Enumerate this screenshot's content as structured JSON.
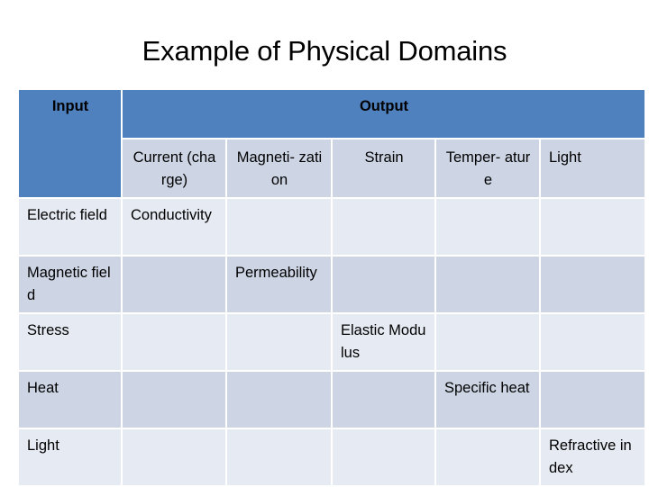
{
  "slide": {
    "title": "Example of Physical Domains",
    "background_color": "#FFFFFF"
  },
  "colors": {
    "header_blue": "#4E81BD",
    "band_light": "#E6EAF2",
    "band_dark": "#CDD5E5",
    "header_text": "#FFFFFF",
    "body_text": "#000000"
  },
  "table": {
    "corner_header": "Input",
    "group_header": "Output",
    "column_headers": [
      "Current (charge)",
      "Magneti-zation",
      "Strain",
      "Temper-ature",
      "Light"
    ],
    "column_headers_display": {
      "current": "Current (charge)",
      "magnetization": "Magneti- zation",
      "strain": "Strain",
      "temperature": "Temper- ature",
      "light": "Light"
    },
    "row_headers": [
      "Electric field",
      "Magnetic field",
      "Stress",
      "Heat",
      "Light"
    ],
    "rows": [
      {
        "input": "Electric field",
        "cells": [
          "Conductivity",
          "",
          "",
          "",
          ""
        ]
      },
      {
        "input": "Magnetic field",
        "cells": [
          "",
          "Permeability",
          "",
          "",
          ""
        ]
      },
      {
        "input": "Stress",
        "cells": [
          "",
          "",
          "Elastic Modulus",
          "",
          ""
        ]
      },
      {
        "input": "Heat",
        "cells": [
          "",
          "",
          "",
          "Specific heat",
          ""
        ]
      },
      {
        "input": "Light",
        "cells": [
          "",
          "",
          "",
          "",
          "Refractive index"
        ]
      }
    ]
  }
}
